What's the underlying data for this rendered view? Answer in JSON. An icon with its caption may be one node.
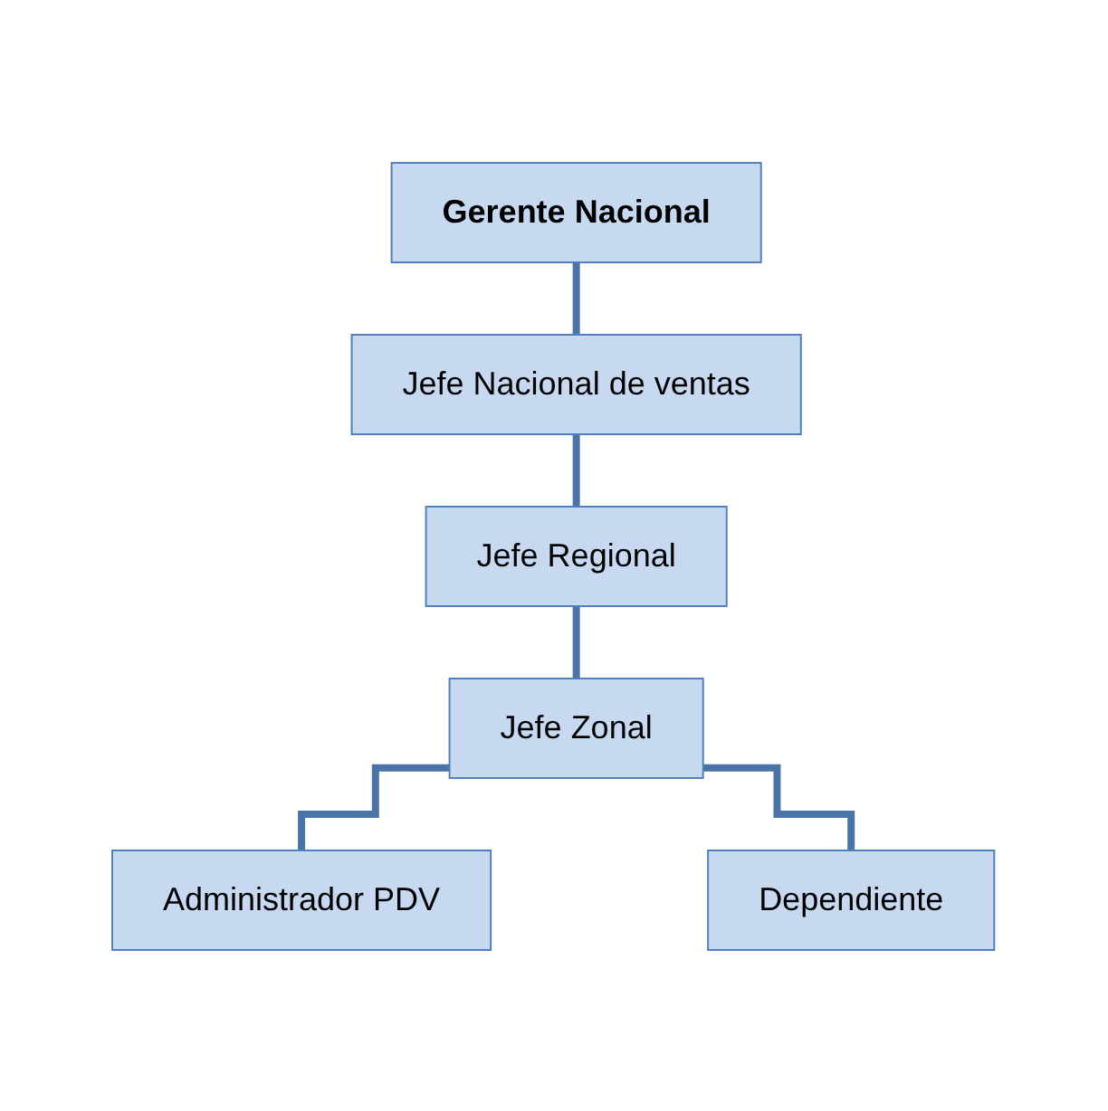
{
  "diagram": {
    "nodes": [
      {
        "text": [
          "Gerente Nacional"
        ]
      },
      {
        "text": [
          "Jefe Nacional de ventas"
        ]
      },
      {
        "text": [
          "Jefe Regional"
        ]
      },
      {
        "text": [
          "Jefe Zonal"
        ]
      },
      {
        "text": [
          "Administrador PDV"
        ]
      },
      {
        "text": [
          "Dependiente"
        ]
      }
    ],
    "edges": [
      {
        "from": 0,
        "to": 1,
        "arrow": "none"
      },
      {
        "from": 1,
        "to": 2,
        "arrow": "none"
      },
      {
        "from": 2,
        "to": 3,
        "arrow": "none"
      },
      {
        "from": 3,
        "to": 4,
        "arrow": "none"
      },
      {
        "from": 3,
        "to": 5,
        "arrow": "none"
      }
    ]
  }
}
